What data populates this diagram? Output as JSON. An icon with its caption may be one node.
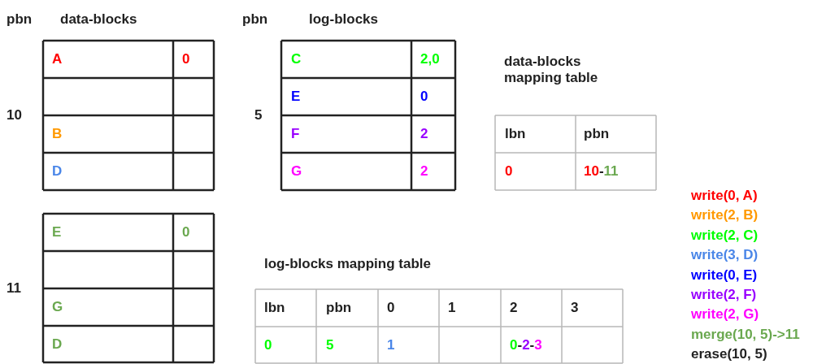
{
  "diagram": {
    "labels": [
      "pbn",
      "data-blocks",
      "pbn",
      "log-blocks",
      "10",
      "A",
      "0",
      "B",
      "D",
      "11",
      "E",
      "0",
      "G",
      "D",
      "5",
      "C",
      "2,0",
      "E",
      "0",
      "F",
      "2",
      "G",
      "2",
      "data-blocks mapping table",
      "lbn",
      "pbn",
      "0",
      "10-11",
      "log-blocks mapping table",
      "lbn",
      "pbn",
      "0",
      "1",
      "2",
      "3",
      "0",
      "5",
      "1",
      "0-2-3",
      "write(0, A)",
      "write(2, B)",
      "write(2, C)",
      "write(3, D)",
      "write(0, E)",
      "write(2, F)",
      "write(2, G)",
      "merge(10, 5)->11",
      "erase(10, 5)"
    ]
  }
}
